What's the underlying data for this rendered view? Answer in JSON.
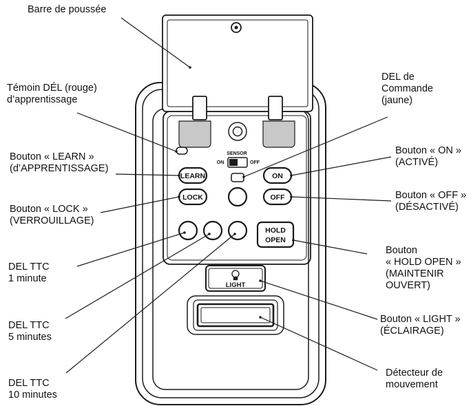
{
  "callouts": {
    "push_bar": [
      "Barre de poussée"
    ],
    "learn_led": [
      "Témoin DÉL (rouge)",
      "d’apprentissage"
    ],
    "command_led": [
      "DEL de",
      "Commande",
      "(jaune)"
    ],
    "learn_button": [
      "Bouton « LEARN »",
      "(d’APPRENTISSAGE)"
    ],
    "on_button": [
      "Bouton « ON »",
      "(ACTIVÉ)"
    ],
    "lock_button": [
      "Bouton « LOCK »",
      "(VERROUILLAGE)"
    ],
    "off_button": [
      "Bouton « OFF »",
      "(DÉSACTIVÉ)"
    ],
    "hold_open_button": [
      "Bouton",
      "« HOLD OPEN »",
      "(MAINTENIR",
      "OUVERT)"
    ],
    "ttc_1": [
      "DEL TTC",
      "1 minute"
    ],
    "ttc_5": [
      "DEL TTC",
      "5 minutes"
    ],
    "ttc_10": [
      "DEL TTC",
      "10 minutes"
    ],
    "light_button": [
      "Bouton « LIGHT »",
      "(ÉCLAIRAGE)"
    ],
    "motion_detector": [
      "Détecteur de",
      "mouvement"
    ]
  },
  "device": {
    "learn_label": "LEARN",
    "lock_label": "LOCK",
    "on_label": "ON",
    "off_label": "OFF",
    "hold_label": "HOLD",
    "open_label": "OPEN",
    "light_label": "LIGHT",
    "sensor_label": "SENSOR",
    "sensor_on_label": "ON",
    "sensor_off_label": "OFF"
  },
  "colors": {
    "stroke": "#1a1a1a",
    "gray_fill": "#c8c8c8",
    "background": "#ffffff"
  }
}
